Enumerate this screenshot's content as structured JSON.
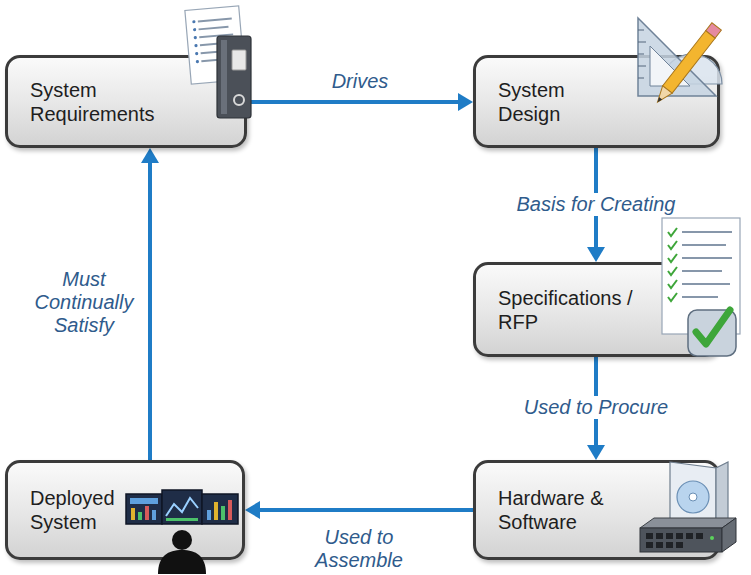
{
  "diagram": {
    "nodes": [
      {
        "text": [
          "System Requirements"
        ]
      },
      {
        "text": [
          "System Design"
        ]
      },
      {
        "text": [
          "Specifications / RFP"
        ]
      },
      {
        "text": [
          "Hardware & Software"
        ]
      },
      {
        "text": [
          "Deployed System"
        ]
      }
    ],
    "edges": [
      {
        "from": 0,
        "to": 1,
        "label": "Drives",
        "arrow": "to"
      },
      {
        "from": 1,
        "to": 2,
        "label": "Basis for Creating",
        "arrow": "to"
      },
      {
        "from": 2,
        "to": 3,
        "label": "Used to Procure",
        "arrow": "to"
      },
      {
        "from": 3,
        "to": 4,
        "label": "Used to Assemble",
        "arrow": "to"
      },
      {
        "from": 4,
        "to": 0,
        "label": "Must Continually Satisfy",
        "arrow": "to"
      }
    ]
  }
}
